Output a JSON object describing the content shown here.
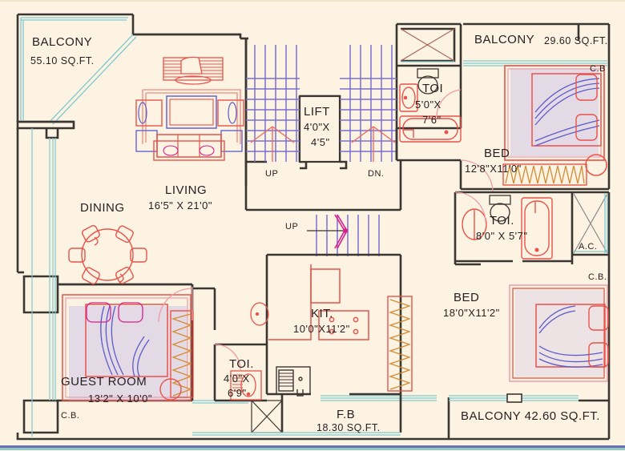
{
  "document": {
    "type": "residential-floor-plan",
    "background_color": "#fdf3e2",
    "ink_colors": {
      "wall": "#3a3632",
      "furniture_red": "#e8534a",
      "furniture_blue": "#5a5ac8",
      "glazing_teal": "#7fc9cf",
      "wardrobe_orange": "#d28a32",
      "bed_fill": "#cfc5ea",
      "text": "#231f20",
      "door_pink": "#f09aa8",
      "stair_purple": "#7b6fd0",
      "magenta": "#d81f8f"
    }
  },
  "rooms": [
    {
      "id": "balcony-left",
      "name": "BALCONY",
      "area": "55.10 SQ.FT.",
      "dimension": ""
    },
    {
      "id": "living",
      "name": "LIVING",
      "dimension": "16'5\" X 21'0\"",
      "area": ""
    },
    {
      "id": "dining",
      "name": "DINING",
      "dimension": "",
      "area": ""
    },
    {
      "id": "lift",
      "name": "LIFT",
      "dimension_line1": "4'0\"X",
      "dimension_line2": "4'5\""
    },
    {
      "id": "balcony-top-right",
      "name": "BALCONY",
      "area": "29.60 SQ.FT."
    },
    {
      "id": "toilet-top",
      "name": "TOI",
      "dimension_line1": "5'0\"X",
      "dimension_line2": "7'6\""
    },
    {
      "id": "bed-top-right",
      "name": "BED",
      "dimension": "12'8\"X11'0\""
    },
    {
      "id": "toilet-right",
      "name": "TOI.",
      "dimension": "8'0\" X 5'7\""
    },
    {
      "id": "ac-ledge",
      "name": "A.C."
    },
    {
      "id": "bed-bottom-right",
      "name": "BED",
      "dimension": "18'0\"X11'2\""
    },
    {
      "id": "balcony-bottom",
      "name": "BALCONY",
      "area": "42.60 SQ.FT."
    },
    {
      "id": "kitchen",
      "name": "KIT.",
      "dimension": "10'0\"X11'2\""
    },
    {
      "id": "flower-bed",
      "name": "F.B",
      "area": "18.30 SQ.FT."
    },
    {
      "id": "toilet-bottom-left",
      "name": "TOI.",
      "dimension_line1": "4'0\"X",
      "dimension_line2": "6'9\""
    },
    {
      "id": "guest-room",
      "name": "GUEST ROOM",
      "dimension": "13'2\" X 10'0\""
    }
  ],
  "labels": {
    "balcony_left_name": "BALCONY",
    "balcony_left_area": "55.10 SQ.FT.",
    "living_name": "LIVING",
    "living_dim": "16'5\" X 21'0\"",
    "dining_name": "DINING",
    "lift_name": "LIFT",
    "lift_dim1": "4'0\"X",
    "lift_dim2": "4'5\"",
    "stair_up_left": "UP",
    "stair_down_right": "DN.",
    "stair_up_lower": "UP",
    "balcony_tr_name": "BALCONY",
    "balcony_tr_area": "29.60 SQ.FT.",
    "toilet_top_name": "TOI",
    "toilet_top_dim1": "5'0\"X",
    "toilet_top_dim2": "7'6\"",
    "bed_tr_name": "BED",
    "bed_tr_dim": "12'8\"X11'0\"",
    "cb_top_right": "C.B",
    "toilet_right_name": "TOI.",
    "toilet_right_dim": "8'0\" X 5'7\"",
    "ac_label": "A.C.",
    "cb_mid_right": "C.B.",
    "bed_br_name": "BED",
    "bed_br_dim": "18'0\"X11'2\"",
    "balcony_bottom": "BALCONY  42.60 SQ.FT.",
    "kitchen_name": "KIT.",
    "kitchen_dim": "10'0\"X11'2\"",
    "fb_name": "F.B",
    "fb_area": "18.30 SQ.FT.",
    "toilet_bl_name": "TOI.",
    "toilet_bl_dim1": "4'0\"X",
    "toilet_bl_dim2": "6'9\"",
    "guest_name": "GUEST ROOM",
    "guest_dim": "13'2\" X 10'0\"",
    "cb_bottom_left": "C.B."
  }
}
